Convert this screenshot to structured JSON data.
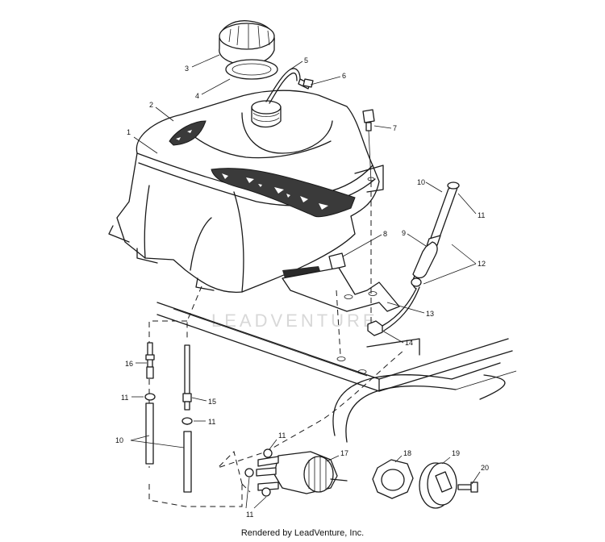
{
  "callouts": [
    {
      "id": "c1",
      "text": "1"
    },
    {
      "id": "c2",
      "text": "2"
    },
    {
      "id": "c3",
      "text": "3"
    },
    {
      "id": "c4",
      "text": "4"
    },
    {
      "id": "c5",
      "text": "5"
    },
    {
      "id": "c6",
      "text": "6"
    },
    {
      "id": "c7",
      "text": "7"
    },
    {
      "id": "c8",
      "text": "8"
    },
    {
      "id": "c9",
      "text": "9"
    },
    {
      "id": "c10a",
      "text": "10"
    },
    {
      "id": "c11a",
      "text": "11"
    },
    {
      "id": "c12",
      "text": "12"
    },
    {
      "id": "c13",
      "text": "13"
    },
    {
      "id": "c14",
      "text": "14"
    },
    {
      "id": "c16",
      "text": "16"
    },
    {
      "id": "c11b",
      "text": "11"
    },
    {
      "id": "c15",
      "text": "15"
    },
    {
      "id": "c11c",
      "text": "11"
    },
    {
      "id": "c10b",
      "text": "10"
    },
    {
      "id": "c11d",
      "text": "11"
    },
    {
      "id": "c17",
      "text": "17"
    },
    {
      "id": "c18",
      "text": "18"
    },
    {
      "id": "c19",
      "text": "19"
    },
    {
      "id": "c20",
      "text": "20"
    },
    {
      "id": "c11e",
      "text": "11"
    }
  ],
  "watermark": "LEADVENTURE",
  "credit": "Rendered by LeadVenture, Inc."
}
